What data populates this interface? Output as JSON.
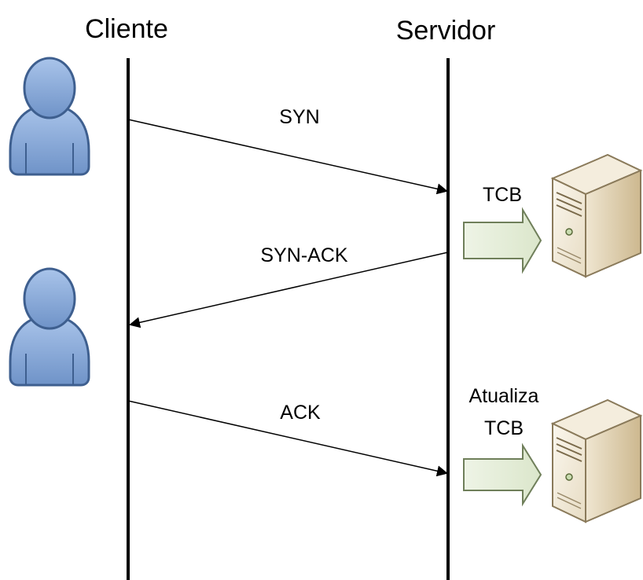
{
  "actors": {
    "client": {
      "label": "Cliente",
      "icon": "person-icon"
    },
    "server": {
      "label": "Servidor",
      "icon": "server-icon"
    }
  },
  "messages": [
    {
      "label": "SYN",
      "from": "client",
      "to": "server"
    },
    {
      "label": "SYN-ACK",
      "from": "server",
      "to": "client"
    },
    {
      "label": "ACK",
      "from": "client",
      "to": "server"
    }
  ],
  "notes": {
    "tcb_create": {
      "label": "TCB"
    },
    "tcb_update": {
      "line1": "Atualiza",
      "line2": "TCB"
    }
  },
  "colors": {
    "person_fill": "#7fa3d6",
    "person_stroke": "#3e5f8f",
    "arrow_fill": "#e6efd9",
    "arrow_stroke": "#6f7f5a",
    "server_face": "#f3ecdb",
    "server_side": "#d9c9a6",
    "line": "#000000"
  }
}
